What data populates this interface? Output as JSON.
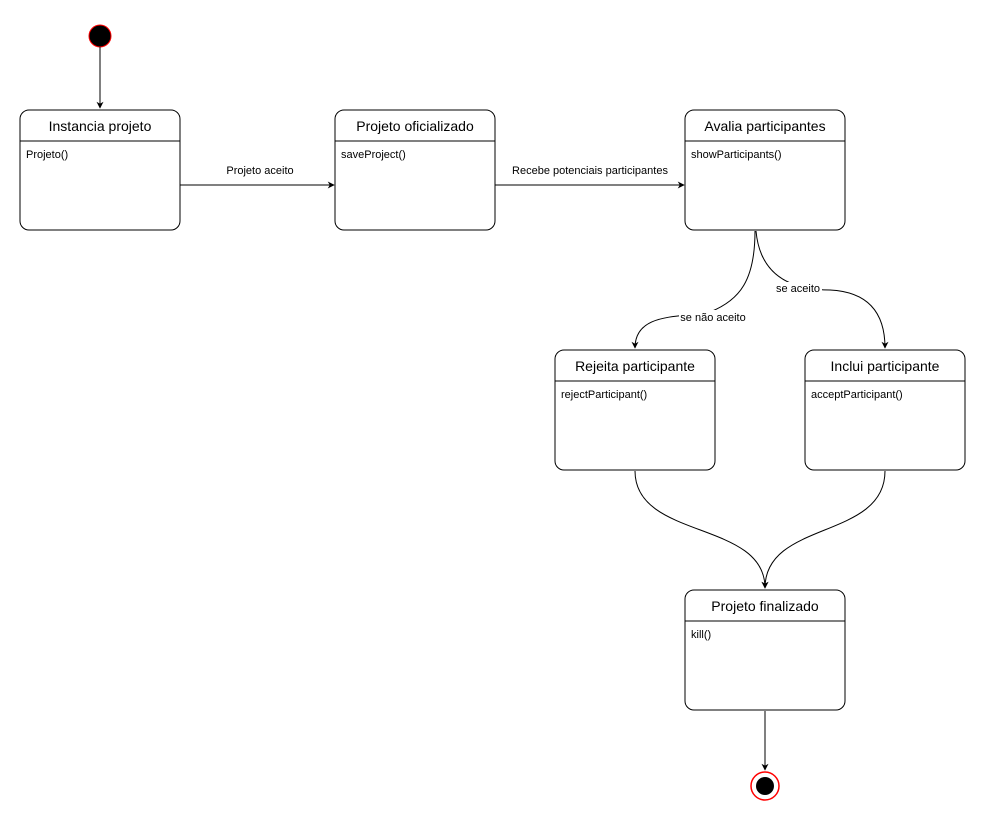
{
  "states": {
    "instancia": {
      "title": "Instancia projeto",
      "method": "Projeto()"
    },
    "oficializado": {
      "title": "Projeto oficializado",
      "method": "saveProject()"
    },
    "avalia": {
      "title": "Avalia participantes",
      "method": "showParticipants()"
    },
    "rejeita": {
      "title": "Rejeita participante",
      "method": "rejectParticipant()"
    },
    "inclui": {
      "title": "Inclui participante",
      "method": "acceptParticipant()"
    },
    "finalizado": {
      "title": "Projeto finalizado",
      "method": "kill()"
    }
  },
  "transitions": {
    "aceito": "Projeto aceito",
    "recebe": "Recebe potenciais participantes",
    "nao_aceito": "se não aceito",
    "se_aceito": "se aceito"
  },
  "colors": {
    "stroke": "#000000",
    "fill": "#ffffff",
    "final_ring": "#ff0000"
  }
}
